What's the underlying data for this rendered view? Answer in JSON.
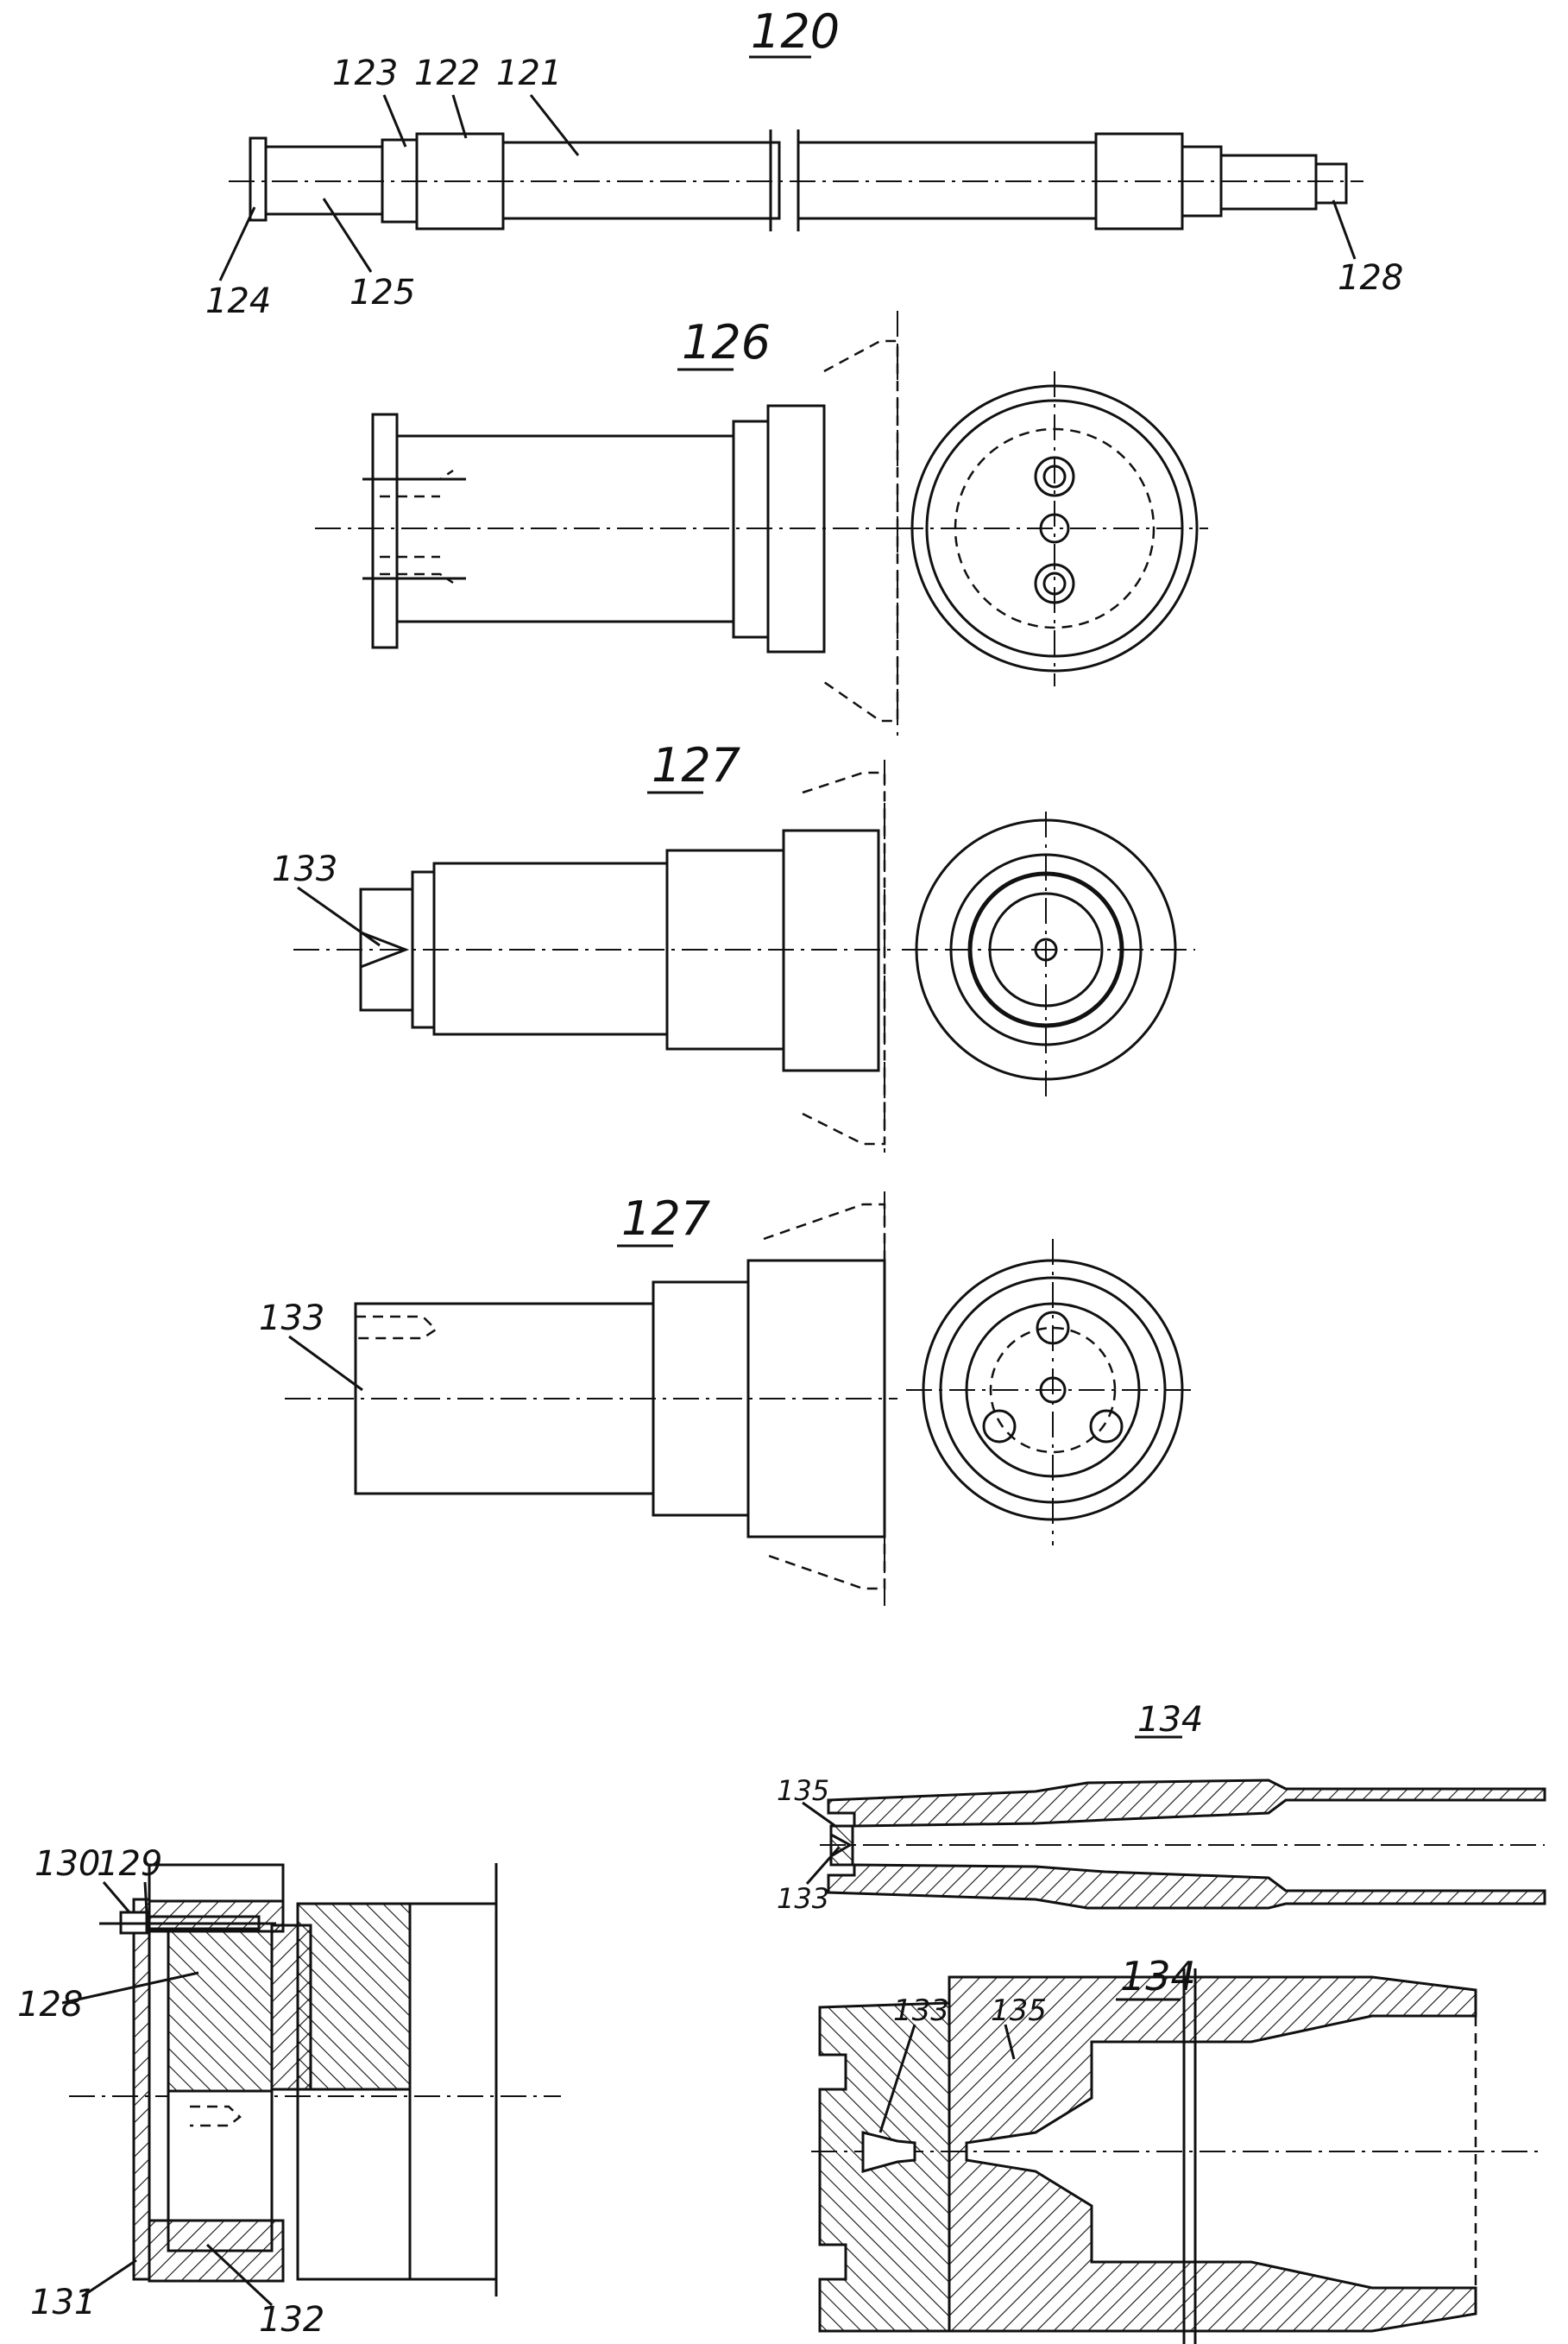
{
  "figure": {
    "labels": {
      "fig120": "120",
      "fig126": "126",
      "fig127a": "127",
      "fig127b": "127",
      "fig134a": "134",
      "fig134b": "134",
      "p121": "121",
      "p122": "122",
      "p123": "123",
      "p124": "124",
      "p125": "125",
      "p128a": "128",
      "p128b": "128",
      "p129": "129",
      "p130": "130",
      "p131": "131",
      "p132": "132",
      "p133a": "133",
      "p133b": "133",
      "p133c": "133",
      "p133d": "133",
      "p135a": "135",
      "p135b": "135"
    },
    "line_color": "#111111",
    "background": "#ffffff"
  }
}
